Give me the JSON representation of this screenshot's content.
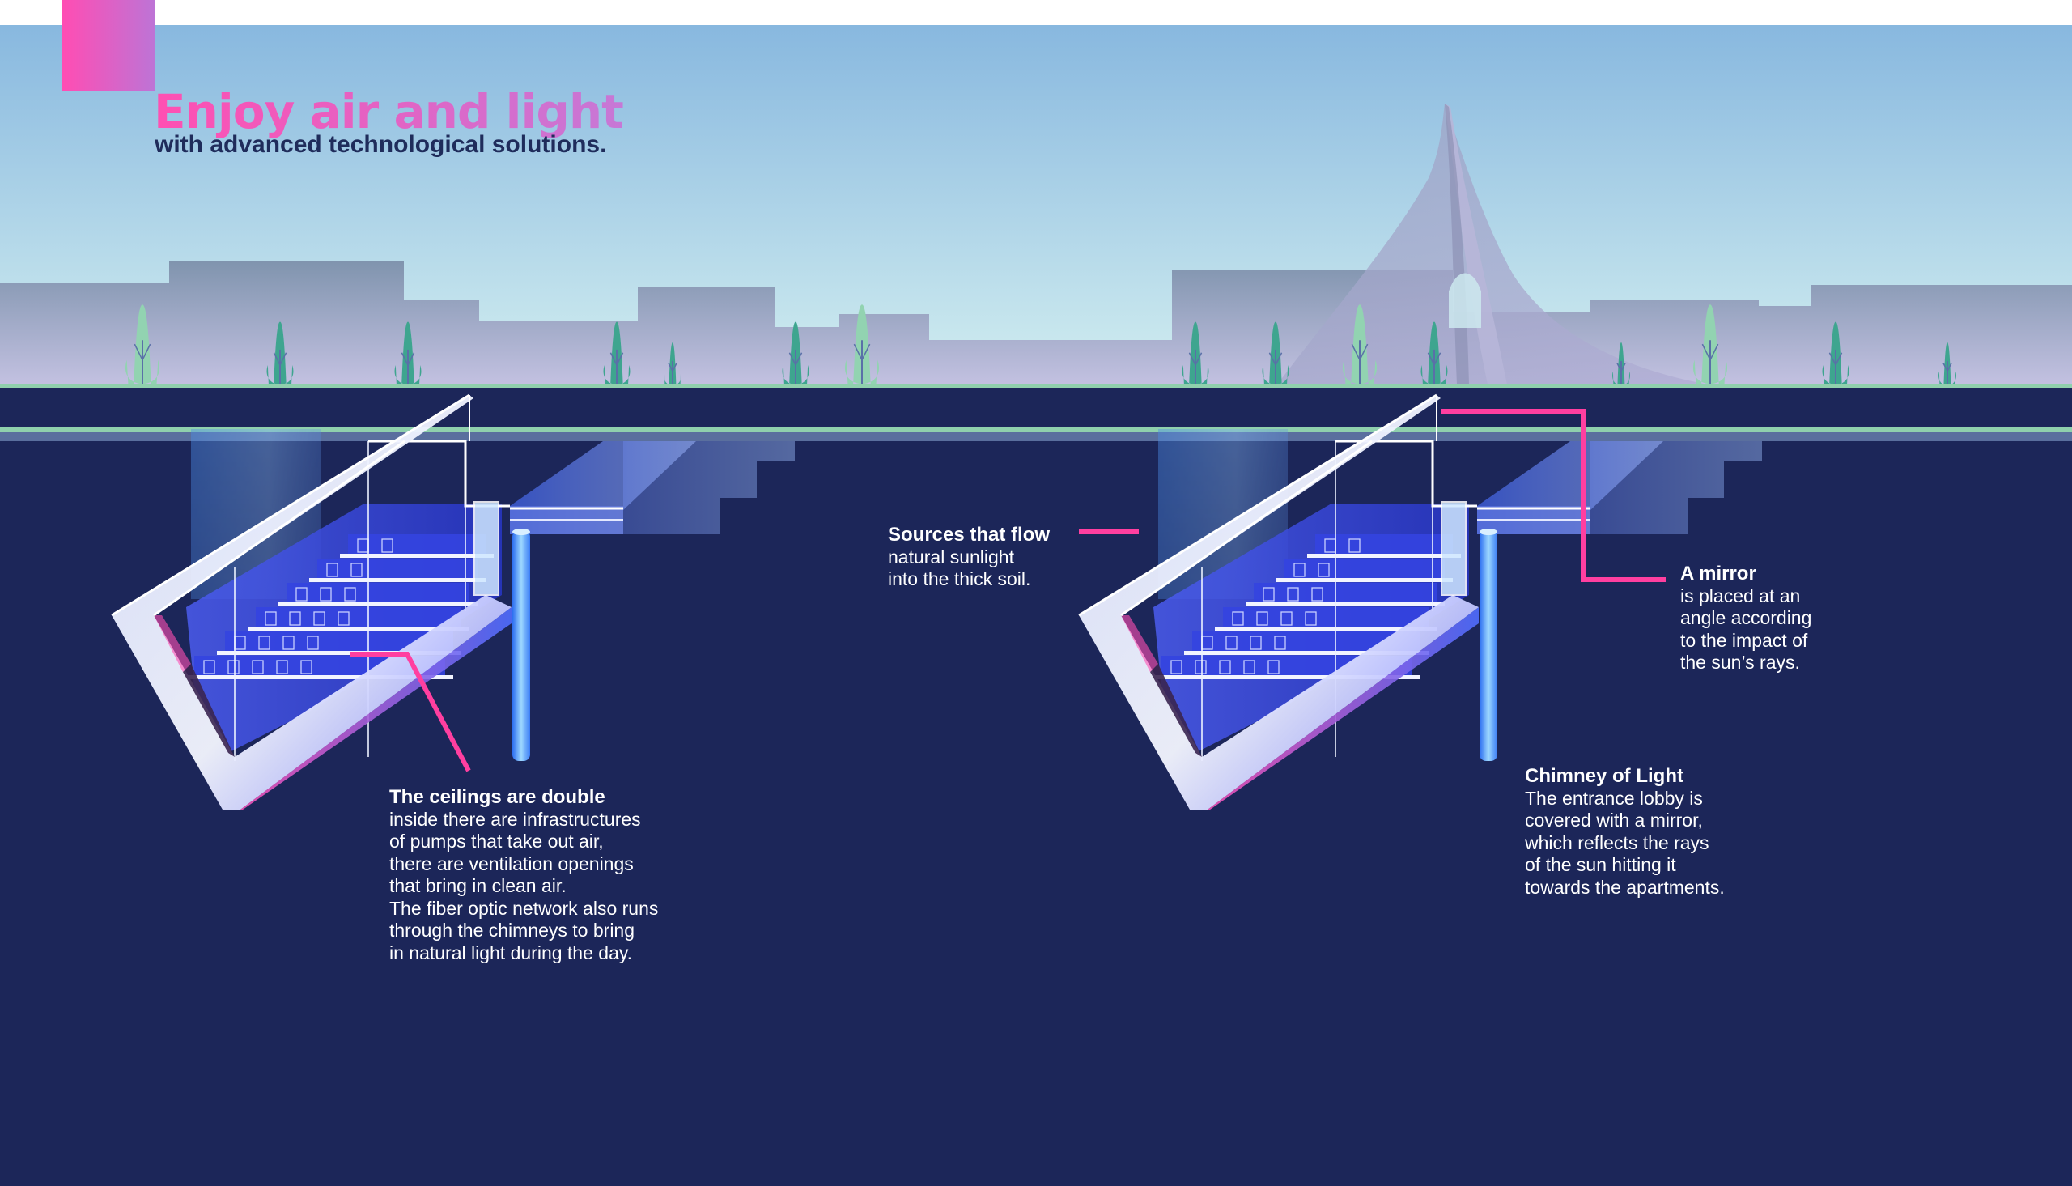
{
  "header": {
    "title": "Enjoy air and light",
    "subtitle": "with advanced technological solutions."
  },
  "colors": {
    "background_underground": "#1c2659",
    "sky_top": "#88b8df",
    "sky_bottom": "#d2eef0",
    "accent_pink": "#ff3fa0",
    "accent_purple": "#bd74d6",
    "ground_line": "#8fd0ad",
    "building_top": "#8496b0",
    "building_bottom": "#c3c0e0",
    "tree_dark": "#3ea58f",
    "tree_light": "#92d3b1",
    "subtitle_text": "#1f2c5b"
  },
  "callouts": [
    {
      "id": "ceilings",
      "heading": "The ceilings are double",
      "lines": [
        "inside there are infrastructures",
        "of pumps that take out air,",
        "there are ventilation openings",
        "that bring in clean air.",
        "The fiber optic network also runs",
        "through the chimneys to bring",
        "in natural light during the day."
      ]
    },
    {
      "id": "sources",
      "heading": "Sources that flow",
      "lines": [
        "natural sunlight",
        "into the thick soil."
      ]
    },
    {
      "id": "mirror",
      "heading": "A mirror",
      "lines": [
        "is placed at an",
        "angle according",
        "to the impact of",
        "the sun’s rays."
      ]
    },
    {
      "id": "chimney",
      "heading": "Chimney of Light",
      "lines": [
        "The entrance lobby is",
        "covered with a mirror,",
        "which reflects the rays",
        "of the sun hitting it",
        "towards the apartments."
      ]
    }
  ],
  "illustration": {
    "structures": [
      {
        "name": "left-underground-building",
        "floors": 6
      },
      {
        "name": "right-underground-building",
        "floors": 6
      }
    ],
    "landmark": "sail-monument",
    "trees": [
      "light",
      "dark",
      "dark",
      "dark",
      "dark",
      "dark",
      "light",
      "dark",
      "dark",
      "light",
      "dark",
      "dark",
      "light",
      "dark",
      "dark"
    ]
  }
}
